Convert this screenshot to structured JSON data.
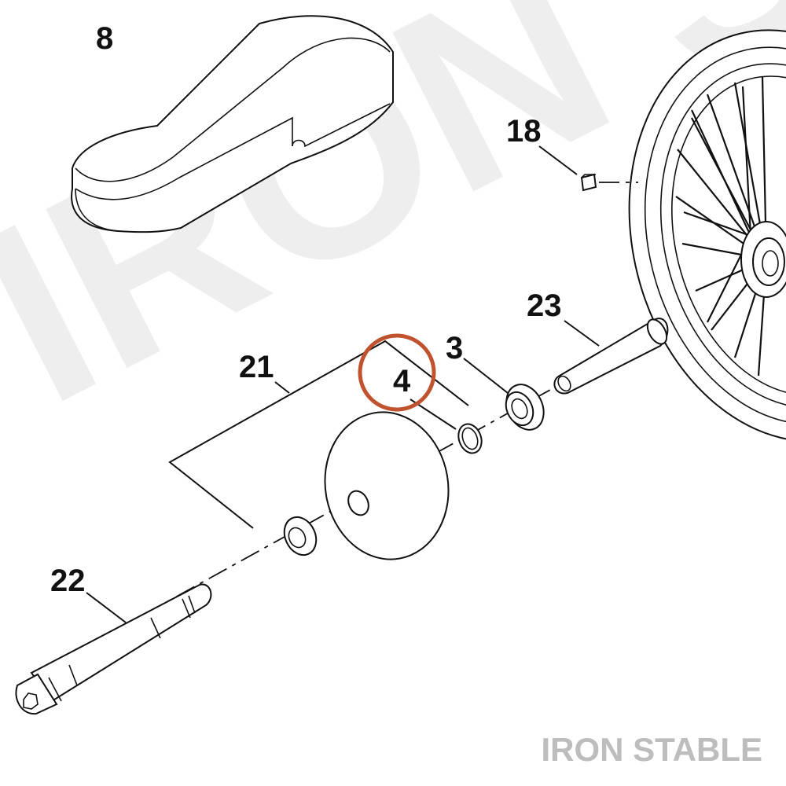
{
  "watermark": {
    "background_text": "IRON S",
    "brand": "IRON STABLE",
    "color": "#eeeeee",
    "brand_color": "#bdbdbd"
  },
  "highlight": {
    "part": "4",
    "color": "#c0522d"
  },
  "callouts": {
    "belt": "8",
    "valve_cap": "18",
    "spacer_tube": "23",
    "bearing": "3",
    "retaining_ring": "4",
    "kit": "21",
    "axle": "22"
  }
}
